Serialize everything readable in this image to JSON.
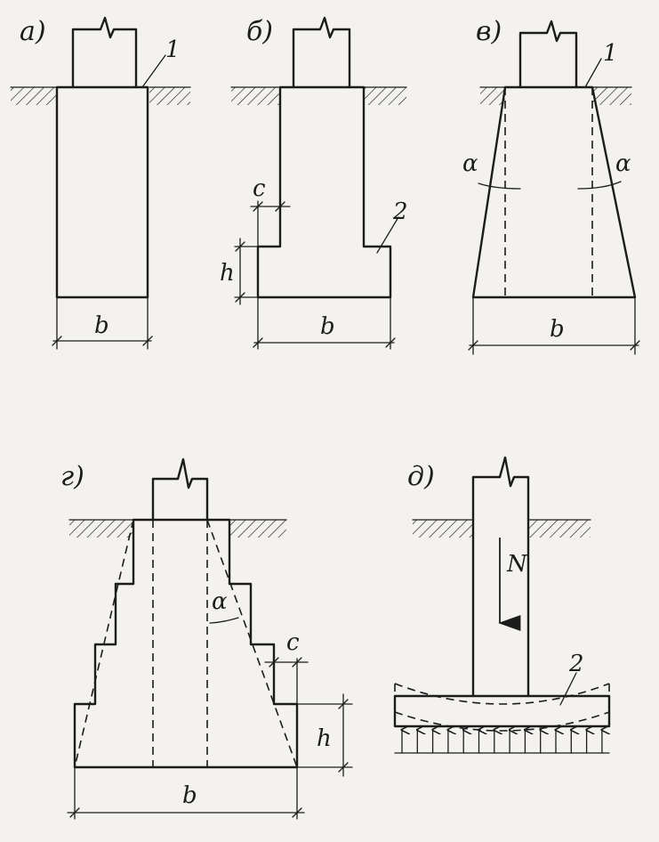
{
  "figures": [
    {
      "id": "a",
      "label": "а)",
      "b_label": "b",
      "marker": "1"
    },
    {
      "id": "b",
      "label": "б)",
      "b_label": "b",
      "c_label": "c",
      "h_label": "h",
      "marker": "2"
    },
    {
      "id": "v",
      "label": "в)",
      "b_label": "b",
      "alpha_left": "α",
      "alpha_right": "α",
      "marker": "1"
    },
    {
      "id": "g",
      "label": "г)",
      "b_label": "b",
      "c_label": "c",
      "h_label": "h",
      "alpha": "α"
    },
    {
      "id": "d",
      "label": "д)",
      "force_label": "N",
      "marker": "2"
    }
  ]
}
